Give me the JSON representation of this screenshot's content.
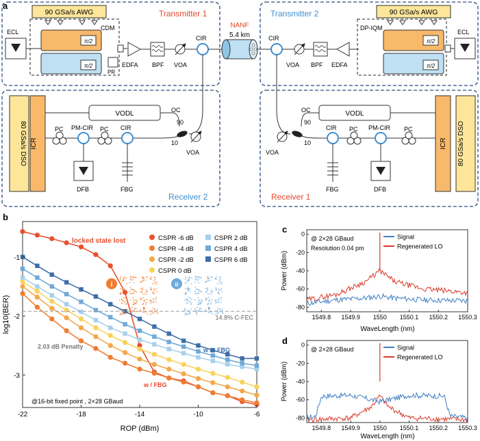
{
  "panel_a": {
    "label": "a",
    "transmitter1": {
      "title": "Transmitter 1",
      "awg": "90 GSa/s AWG",
      "ecl": "ECL",
      "cdm": "CDM",
      "pi2_top": "π/2",
      "pi2_bottom": "π/2",
      "pr": "PR",
      "edfa": "EDFA",
      "bpf": "BPF",
      "voa": "VOA",
      "cir": "CIR"
    },
    "nanf": {
      "title": "NANF",
      "length": "5.4 km"
    },
    "transmitter2": {
      "title": "Transmitter 2",
      "awg": "90 GSa/s AWG",
      "ecl": "ECL",
      "dpiqm": "DP-IQM",
      "pi2_top": "π/2",
      "pi2_bottom": "π/2",
      "edfa": "EDFA",
      "bpf": "BPF",
      "voa": "VOA",
      "cir": "CIR"
    },
    "receiver2": {
      "title": "Receiver 2",
      "dso": "80 GSa/s DSO",
      "icr": "ICR",
      "vodl": "VODL",
      "oc": "OC",
      "ratio_90": "90",
      "ratio_10": "10",
      "voa": "VOA",
      "pc1": "PC",
      "pmcir": "PM-CIR",
      "pc2": "PC",
      "cir": "CIR",
      "dfb": "DFB",
      "fbg": "FBG"
    },
    "receiver1": {
      "title": "Receiver 1",
      "dso": "80 GSa/s DSO",
      "icr": "ICR",
      "vodl": "VODL",
      "oc": "OC",
      "ratio_90": "90",
      "ratio_10": "10",
      "voa": "VOA",
      "cir": "CIR",
      "pc1": "PC",
      "pmcir": "PM-CIR",
      "pc2": "PC",
      "dfb": "DFB",
      "fbg": "FBG"
    }
  },
  "colors": {
    "red_title": "#e8442b",
    "blue_title": "#3e8ed0",
    "orange_box": "#f9b96a",
    "yellow_box": "#fde69a",
    "blue_box": "#bfe0f2",
    "dashed_border": "#2a4a7f",
    "signal": "#3f7fc4",
    "regen": "#d83a2a"
  },
  "panel_b": {
    "label": "b",
    "annotations": {
      "locked": "locked state lost",
      "fec": "14.8% C-FEC",
      "penalty": "2.03 dB Penalty",
      "wo_fbg": "w /o FBG",
      "w_fbg": "w / FBG",
      "note": "@16-bit fixed point , 2×28 GBaud",
      "marker_i": "i",
      "marker_ii": "ii"
    },
    "chart_data": {
      "type": "line",
      "xlabel": "ROP (dBm)",
      "ylabel": "log10(BER)",
      "xlim": [
        -22,
        -6
      ],
      "ylim": [
        -3.55,
        -0.4
      ],
      "xticks": [
        -22,
        -18,
        -14,
        -10,
        -6
      ],
      "yticks": [
        -1,
        -2,
        -3
      ],
      "xtick_labels": [
        "-22",
        "-18",
        "-14",
        "-10",
        "-6"
      ],
      "ytick_labels": [
        "-1",
        "-2",
        "-3"
      ],
      "fec_threshold": -1.92,
      "legend_position": "top-right",
      "series": [
        {
          "name": "CSPR -6 dB",
          "color": "#e8502f",
          "marker": "circle",
          "x": [
            -22,
            -21,
            -20,
            -19,
            -18,
            -17,
            -16,
            -15,
            -14,
            -13,
            -12,
            -11,
            -10,
            -9,
            -8,
            -7,
            -6
          ],
          "y": [
            -0.57,
            -0.63,
            -0.69,
            -0.76,
            -0.83,
            -0.96,
            -1.15,
            -1.6,
            -2.5,
            -2.95,
            -3.05,
            -3.1,
            -3.2,
            -3.3,
            -3.35,
            -3.45,
            -3.5
          ]
        },
        {
          "name": "CSPR -4 dB",
          "color": "#ef7d32",
          "marker": "circle",
          "x": [
            -22,
            -21,
            -20,
            -19,
            -18,
            -17,
            -16,
            -15,
            -14,
            -13,
            -12,
            -11,
            -10,
            -9,
            -8,
            -7,
            -6
          ],
          "y": [
            -1.62,
            -1.85,
            -2.05,
            -2.25,
            -2.42,
            -2.55,
            -2.7,
            -2.8,
            -2.9,
            -2.97,
            -3.05,
            -3.12,
            -3.2,
            -3.3,
            -3.35,
            -3.42,
            -3.47
          ]
        },
        {
          "name": "CSPR -2 dB",
          "color": "#f4a84a",
          "marker": "circle",
          "x": [
            -22,
            -21,
            -20,
            -19,
            -18,
            -17,
            -16,
            -15,
            -14,
            -13,
            -12,
            -11,
            -10,
            -9,
            -8,
            -7,
            -6
          ],
          "y": [
            -1.5,
            -1.68,
            -1.87,
            -2.03,
            -2.2,
            -2.35,
            -2.5,
            -2.62,
            -2.73,
            -2.82,
            -2.9,
            -2.98,
            -3.06,
            -3.13,
            -3.2,
            -3.27,
            -3.34
          ]
        },
        {
          "name": "CSPR  0 dB",
          "color": "#f9d25a",
          "marker": "circle",
          "x": [
            -22,
            -21,
            -20,
            -19,
            -18,
            -17,
            -16,
            -15,
            -14,
            -13,
            -12,
            -11,
            -10,
            -9,
            -8,
            -7,
            -6
          ],
          "y": [
            -1.42,
            -1.58,
            -1.75,
            -1.9,
            -2.05,
            -2.2,
            -2.33,
            -2.45,
            -2.56,
            -2.65,
            -2.74,
            -2.82,
            -2.9,
            -2.97,
            -3.04,
            -3.12,
            -3.2
          ]
        },
        {
          "name": "CSPR 2 dB",
          "color": "#a7d0ec",
          "marker": "square",
          "x": [
            -22,
            -21,
            -20,
            -19,
            -18,
            -17,
            -16,
            -15,
            -14,
            -13,
            -12,
            -11,
            -10,
            -9,
            -8,
            -7,
            -6
          ],
          "y": [
            -1.35,
            -1.5,
            -1.65,
            -1.8,
            -1.93,
            -2.07,
            -2.2,
            -2.3,
            -2.4,
            -2.48,
            -2.56,
            -2.63,
            -2.7,
            -2.76,
            -2.82,
            -2.86,
            -2.9
          ]
        },
        {
          "name": "CSPR 4 dB",
          "color": "#6fa9d9",
          "marker": "square",
          "x": [
            -22,
            -21,
            -20,
            -19,
            -18,
            -17,
            -16,
            -15,
            -14,
            -13,
            -12,
            -11,
            -10,
            -9,
            -8,
            -7,
            -6
          ],
          "y": [
            -1.2,
            -1.35,
            -1.5,
            -1.63,
            -1.76,
            -1.9,
            -2.02,
            -2.14,
            -2.25,
            -2.35,
            -2.44,
            -2.52,
            -2.6,
            -2.67,
            -2.74,
            -2.8,
            -2.84
          ]
        },
        {
          "name": "CSPR 6 dB",
          "color": "#3f6ea8",
          "marker": "square",
          "x": [
            -22,
            -21,
            -20,
            -19,
            -18,
            -17,
            -16,
            -15,
            -14,
            -13,
            -12,
            -11,
            -10,
            -9,
            -8,
            -7,
            -6
          ],
          "y": [
            -1.0,
            -1.15,
            -1.3,
            -1.43,
            -1.55,
            -1.67,
            -1.8,
            -1.92,
            -2.05,
            -2.18,
            -2.3,
            -2.42,
            -2.5,
            -2.58,
            -2.65,
            -2.72,
            -2.72
          ]
        }
      ]
    }
  },
  "panel_c": {
    "label": "c",
    "annotation": "@ 2×28 GBaud",
    "resolution": "Resolution 0.04 pm",
    "chart_data": {
      "type": "line",
      "xlabel": "WaveLength (nm)",
      "ylabel": "Power (dBm)",
      "xlim": [
        1549.75,
        1550.3
      ],
      "ylim": [
        -85,
        5
      ],
      "xticks": [
        1549.8,
        1549.9,
        1550,
        1550.1,
        1550.2,
        1550.3
      ],
      "xtick_labels": [
        "1549.8",
        "1549.9",
        "1550",
        "1550.1",
        "1550.2",
        "1550.3"
      ],
      "yticks": [
        0,
        -20,
        -40,
        -60,
        -80
      ],
      "ytick_labels": [
        "0",
        "-20",
        "-40",
        "-60",
        "-80"
      ],
      "legend_position": "top-right",
      "series": [
        {
          "name": "Signal",
          "color": "#3f7fc4",
          "x": [
            1549.75,
            1549.85,
            1549.95,
            1550.0,
            1550.05,
            1550.15,
            1550.3
          ],
          "y": [
            -76,
            -72,
            -70,
            -68,
            -70,
            -72,
            -73
          ]
        },
        {
          "name": "Regenerated LO",
          "color": "#d83a2a",
          "x": [
            1549.75,
            1549.85,
            1549.95,
            1550.0,
            1550.05,
            1550.15,
            1550.3
          ],
          "y": [
            -72,
            -66,
            -52,
            -40,
            -52,
            -60,
            -64
          ]
        }
      ]
    }
  },
  "panel_d": {
    "label": "d",
    "annotation": "@ 2×28 GBaud",
    "chart_data": {
      "type": "line",
      "xlabel": "WaveLength (nm)",
      "ylabel": "Power (dBm)",
      "xlim": [
        1549.75,
        1550.3
      ],
      "ylim": [
        -85,
        5
      ],
      "xticks": [
        1549.8,
        1549.9,
        1550,
        1550.1,
        1550.2,
        1550.3
      ],
      "xtick_labels": [
        "1549.8",
        "1549.9",
        "1550",
        "1550.1",
        "1550.2",
        "1550.3"
      ],
      "yticks": [
        0,
        -20,
        -40,
        -60,
        -80
      ],
      "ytick_labels": [
        "0",
        "-20",
        "-40",
        "-60",
        "-80"
      ],
      "legend_position": "top-right",
      "series": [
        {
          "name": "Signal",
          "color": "#3f7fc4",
          "x": [
            1549.75,
            1549.78,
            1549.8,
            1549.9,
            1550.0,
            1550.1,
            1550.22,
            1550.24,
            1550.3
          ],
          "y": [
            -80,
            -78,
            -56,
            -55,
            -62,
            -55,
            -56,
            -78,
            -80
          ]
        },
        {
          "name": "Regenerated LO",
          "color": "#d83a2a",
          "x": [
            1549.75,
            1549.9,
            1549.97,
            1550.0,
            1550.03,
            1550.1,
            1550.3
          ],
          "y": [
            -82,
            -80,
            -68,
            -56,
            -68,
            -80,
            -82
          ]
        }
      ]
    }
  }
}
